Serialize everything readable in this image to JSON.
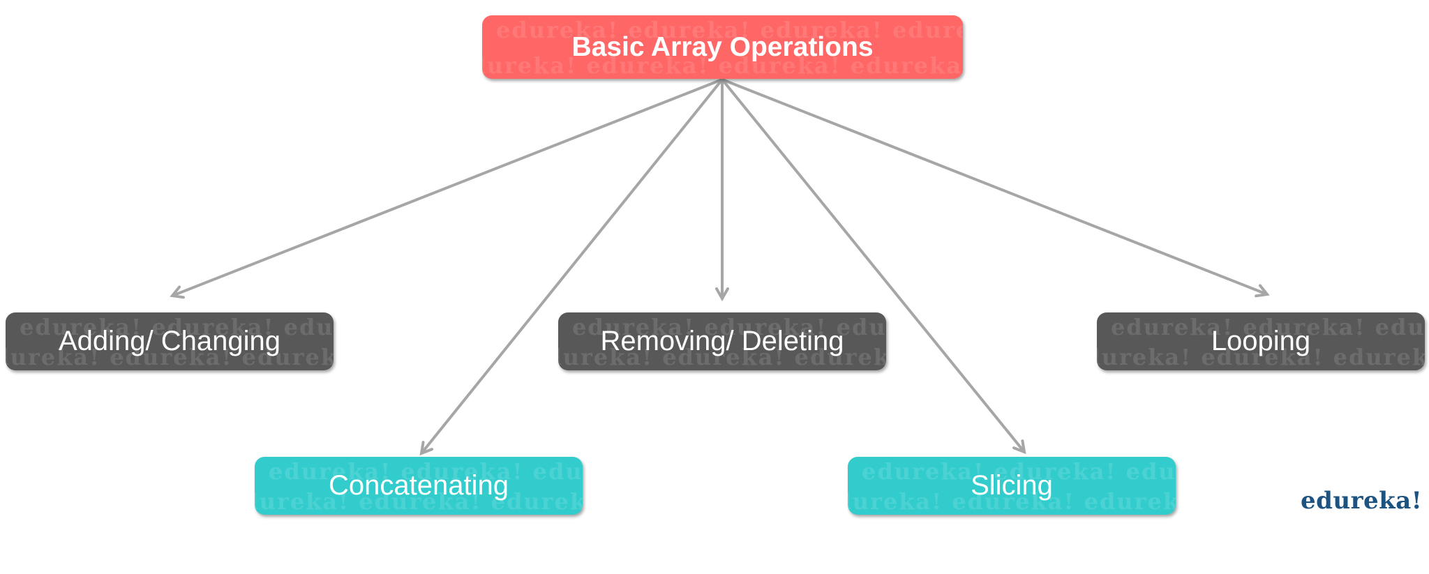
{
  "diagram": {
    "root": {
      "label": "Basic Array Operations",
      "color": "#ff6666"
    },
    "children": [
      {
        "label": "Adding/ Changing",
        "color": "#585858"
      },
      {
        "label": "Removing/ Deleting",
        "color": "#585858"
      },
      {
        "label": "Looping",
        "color": "#585858"
      },
      {
        "label": "Concatenating",
        "color": "#33cccc"
      },
      {
        "label": "Slicing",
        "color": "#33cccc"
      }
    ],
    "watermark": "edureka!  edureka!  edureka!  edureka!",
    "arrow_color": "#a6a6a6"
  },
  "logo": {
    "text": "edureka!",
    "color": "#1d5381"
  }
}
